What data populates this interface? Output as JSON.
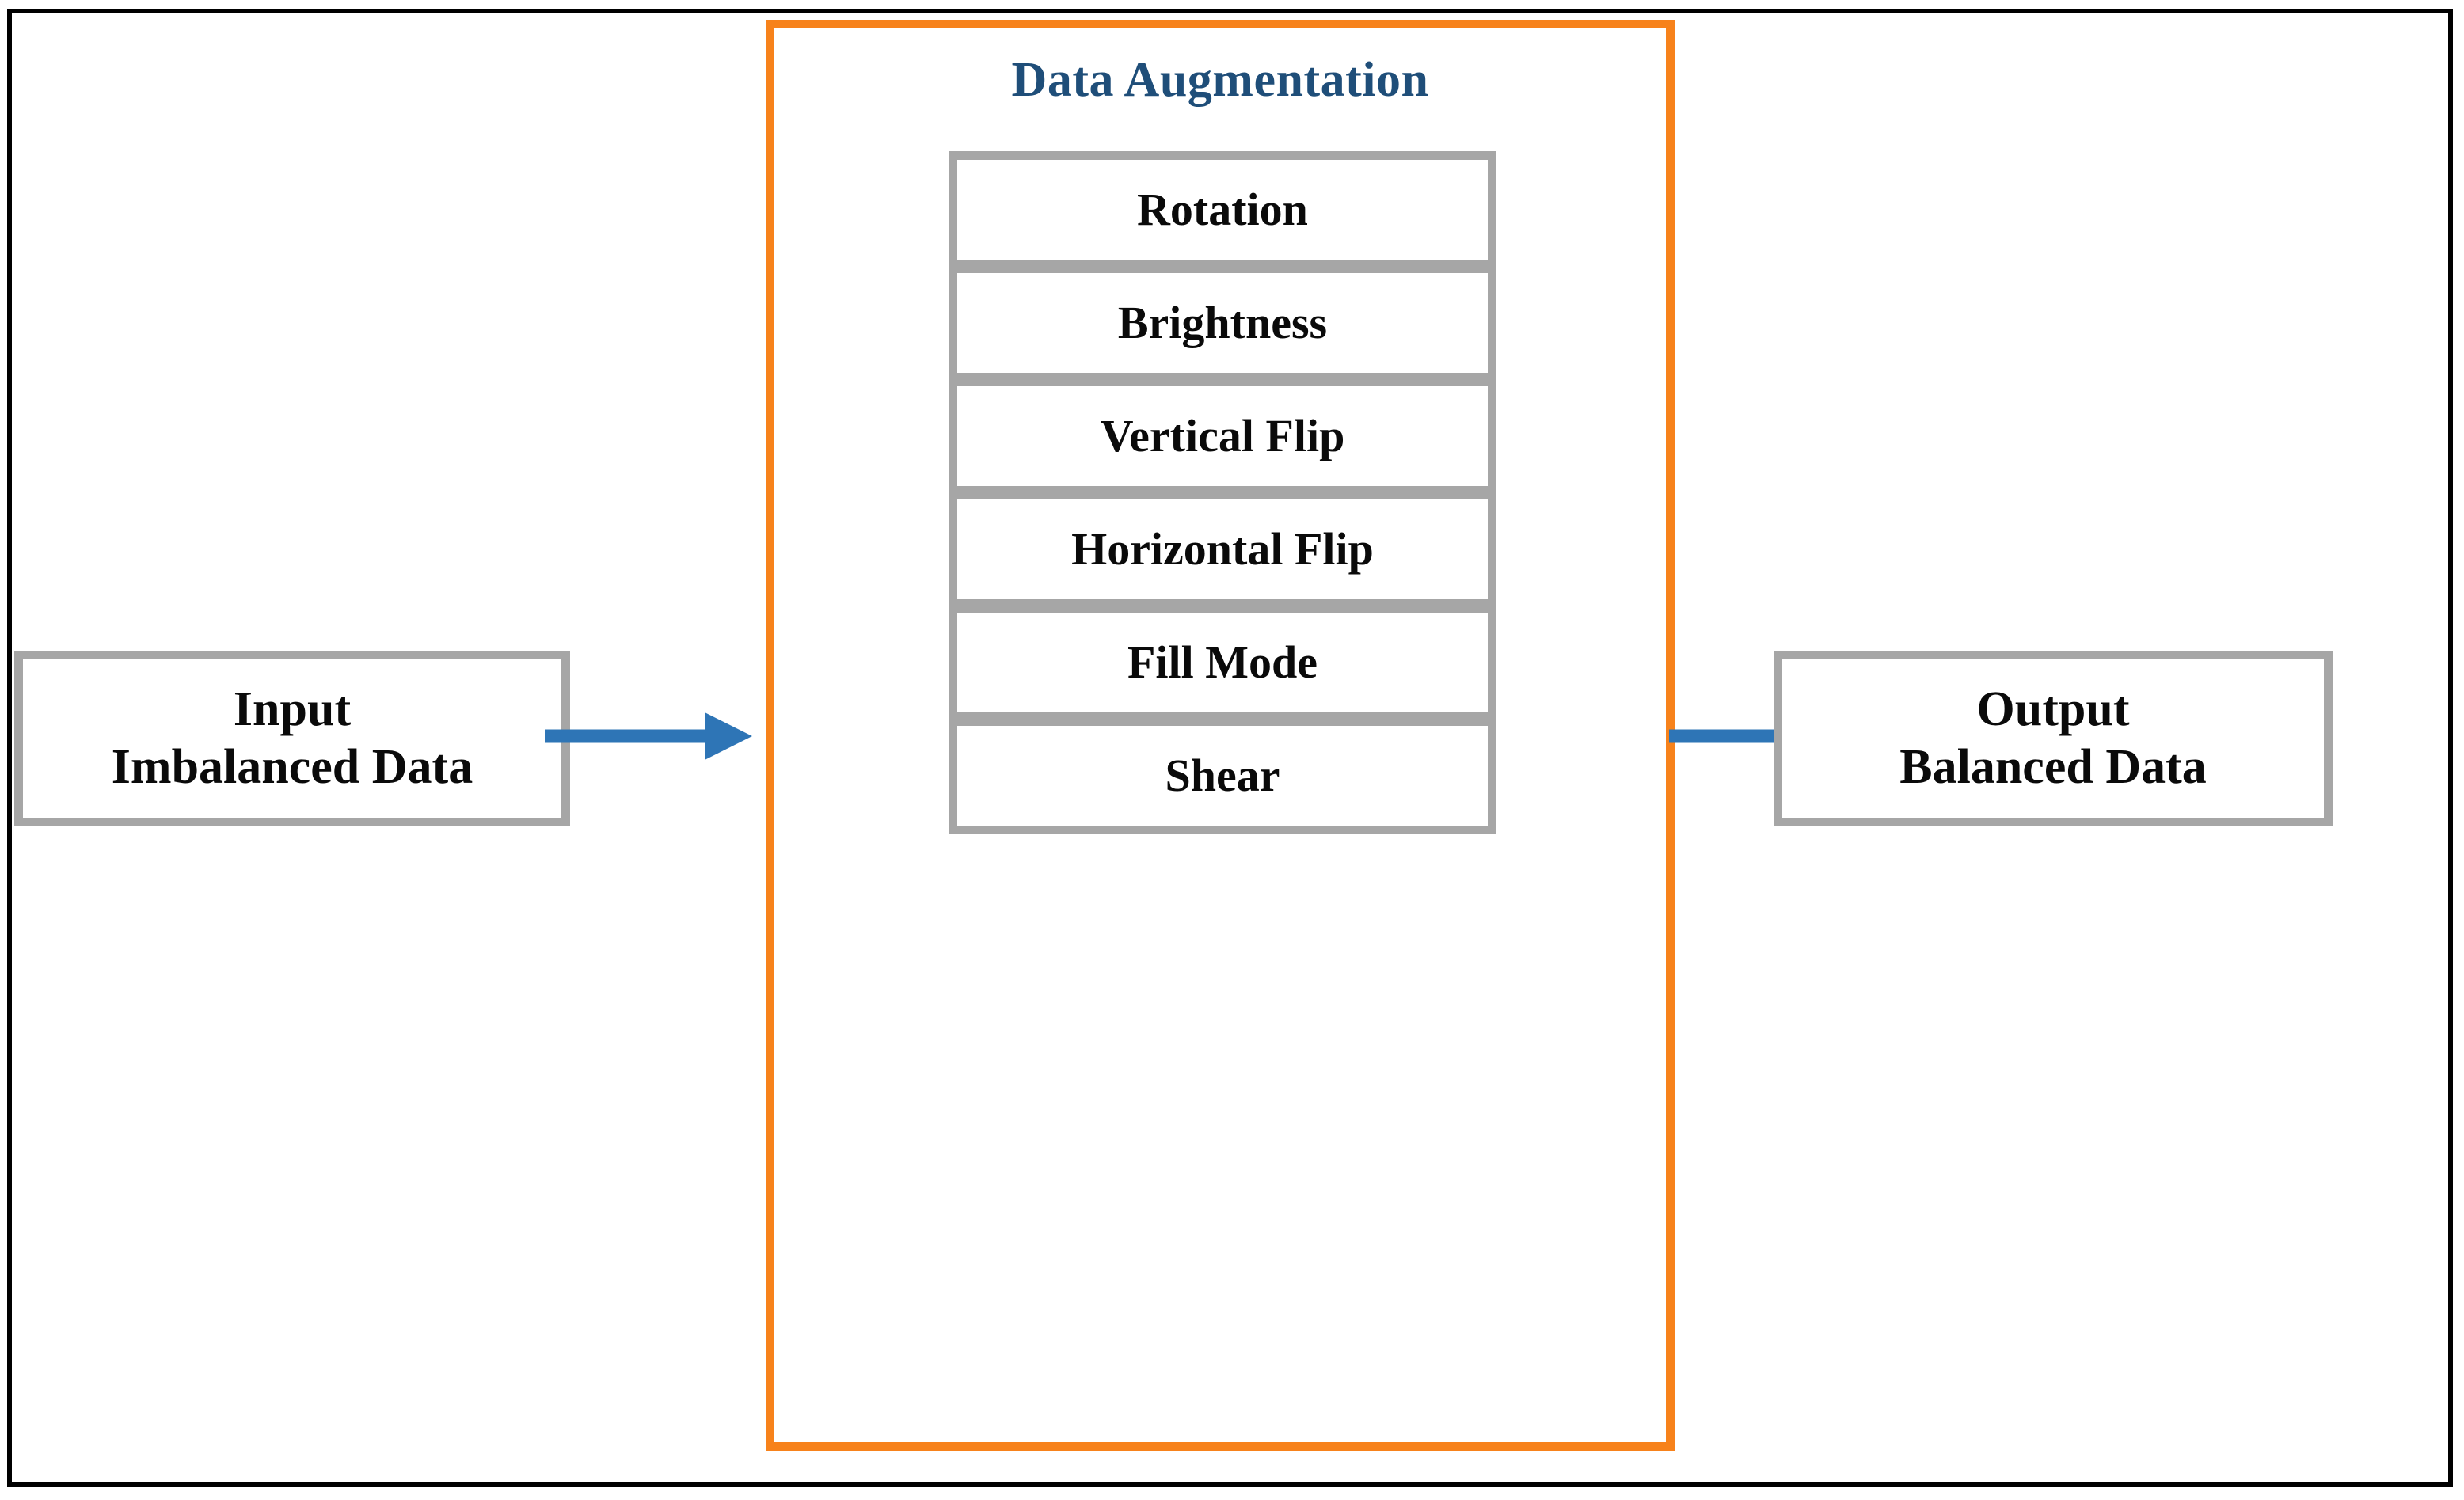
{
  "figure": {
    "type": "flow-diagram",
    "outer_border_color": "#000000",
    "background_color": "#ffffff"
  },
  "input": {
    "line1": "Input",
    "line2": "Imbalanced Data",
    "border_color": "#a6a6a6",
    "fill_color": "#ffffff",
    "text_color": "#0a0a0a"
  },
  "output": {
    "line1": "Output",
    "line2": "Balanced Data",
    "border_color": "#a6a6a6",
    "fill_color": "#ffffff",
    "text_color": "#0a0a0a"
  },
  "augmentation": {
    "title": "Data Augmentation",
    "title_color": "#1f4e79",
    "panel_border_color": "#f7821b",
    "items": [
      {
        "label": "Rotation"
      },
      {
        "label": "Brightness"
      },
      {
        "label": "Vertical Flip"
      },
      {
        "label": "Horizontal Flip"
      },
      {
        "label": "Fill Mode"
      },
      {
        "label": "Shear"
      }
    ]
  },
  "arrows": {
    "color": "#2e75b6",
    "input_to_augmentation": "arrow-right-icon",
    "augmentation_to_output": "arrow-right-icon"
  }
}
